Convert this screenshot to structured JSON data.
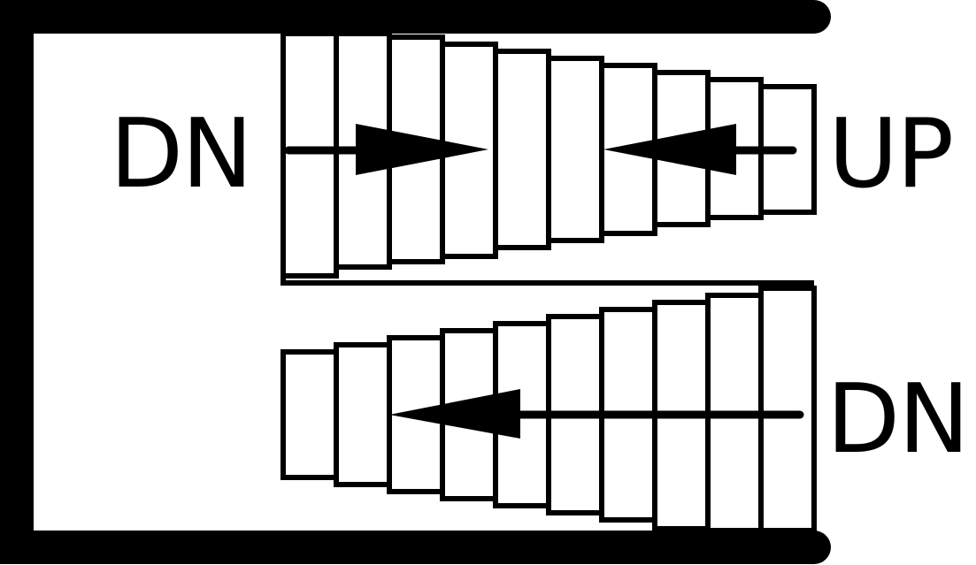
{
  "labels": {
    "upper_left": "DN",
    "upper_right": "UP",
    "lower_right": "DN"
  },
  "colors": {
    "line": "#000000",
    "background": "#ffffff"
  }
}
